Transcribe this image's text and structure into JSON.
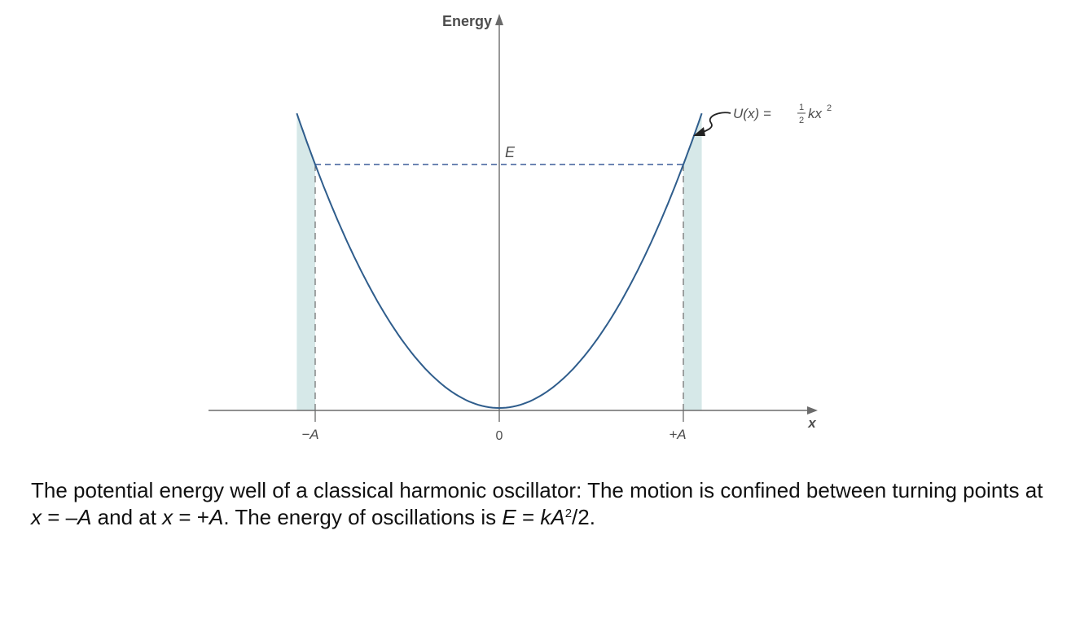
{
  "chart_data": {
    "type": "line",
    "y_axis_label": "Energy",
    "x_axis_label": "x",
    "x_tick_labels": [
      "−A",
      "0",
      "+A"
    ],
    "energy_level_label": "E",
    "curve_label": {
      "lhs": "U(x) = ",
      "frac_num": "1",
      "frac_den": "2",
      "rhs": "kx",
      "sup": "2"
    },
    "series": [
      {
        "name": "U(x)",
        "x": [
          -1.1,
          -1.0,
          -0.8,
          -0.6,
          -0.4,
          -0.2,
          0,
          0.2,
          0.4,
          0.6,
          0.8,
          1.0,
          1.1
        ],
        "y": [
          1.21,
          1.0,
          0.64,
          0.36,
          0.16,
          0.04,
          0,
          0.04,
          0.16,
          0.36,
          0.64,
          1.0,
          1.21
        ]
      }
    ],
    "energy_level_value": 1.0,
    "turning_points": [
      -1,
      1
    ],
    "shaded_region": "classically forbidden",
    "colors": {
      "curve": "#2f5d8c",
      "dashed": "#3b5b9a",
      "fill": "#d6e8e8",
      "axis": "#6b6b6b"
    }
  },
  "caption": {
    "p1": "The potential energy well of a classical harmonic oscillator: The motion is confined between turning points at ",
    "v1": "x",
    "p2": " = –",
    "v2": "A",
    "p3": " and at ",
    "v3": "x",
    "p4": " = +",
    "v4": "A",
    "p5": ". The energy of oscillations is ",
    "v5": "E",
    "p6": " = ",
    "v6": "kA",
    "s1": "2",
    "p7": "/2."
  }
}
